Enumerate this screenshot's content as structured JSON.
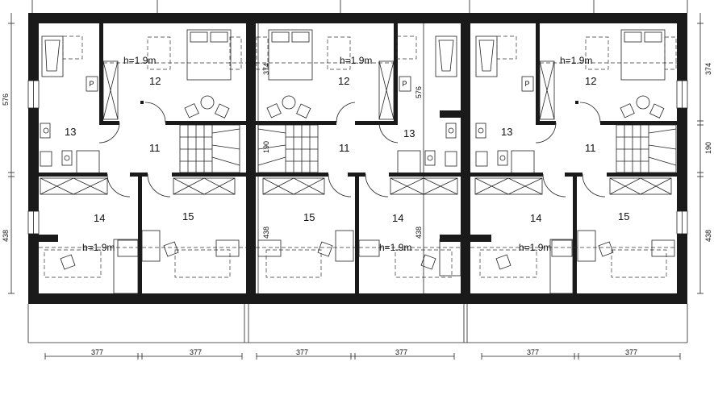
{
  "plan": {
    "units": [
      {
        "rooms": {
          "r11": "11",
          "r12": "12",
          "r13": "13",
          "r14": "14",
          "r15": "15"
        },
        "height_notes": {
          "upper": "h=1.9m",
          "lower": "h=1.9m"
        },
        "bottom_dims": [
          "377",
          "377"
        ]
      },
      {
        "rooms": {
          "r11": "11",
          "r12": "12",
          "r13": "13",
          "r14": "14",
          "r15": "15"
        },
        "height_notes": {
          "upper": "h=1.9m",
          "lower": "h=1.9m"
        },
        "bottom_dims": [
          "377",
          "377"
        ],
        "inner_dims": {
          "upper_left": "374",
          "upper_right": "576",
          "stair": "190",
          "lower_left": "438",
          "lower_right": "438"
        }
      },
      {
        "rooms": {
          "r11": "11",
          "r12": "12",
          "r13": "13",
          "r14": "14",
          "r15": "15"
        },
        "height_notes": {
          "upper": "h=1.9m",
          "lower": "h=1.9m"
        },
        "bottom_dims": [
          "377",
          "377"
        ]
      }
    ],
    "left_dims": [
      "576",
      "438"
    ],
    "right_dims": [
      "374",
      "190",
      "438"
    ],
    "cabinet_label": "P"
  }
}
